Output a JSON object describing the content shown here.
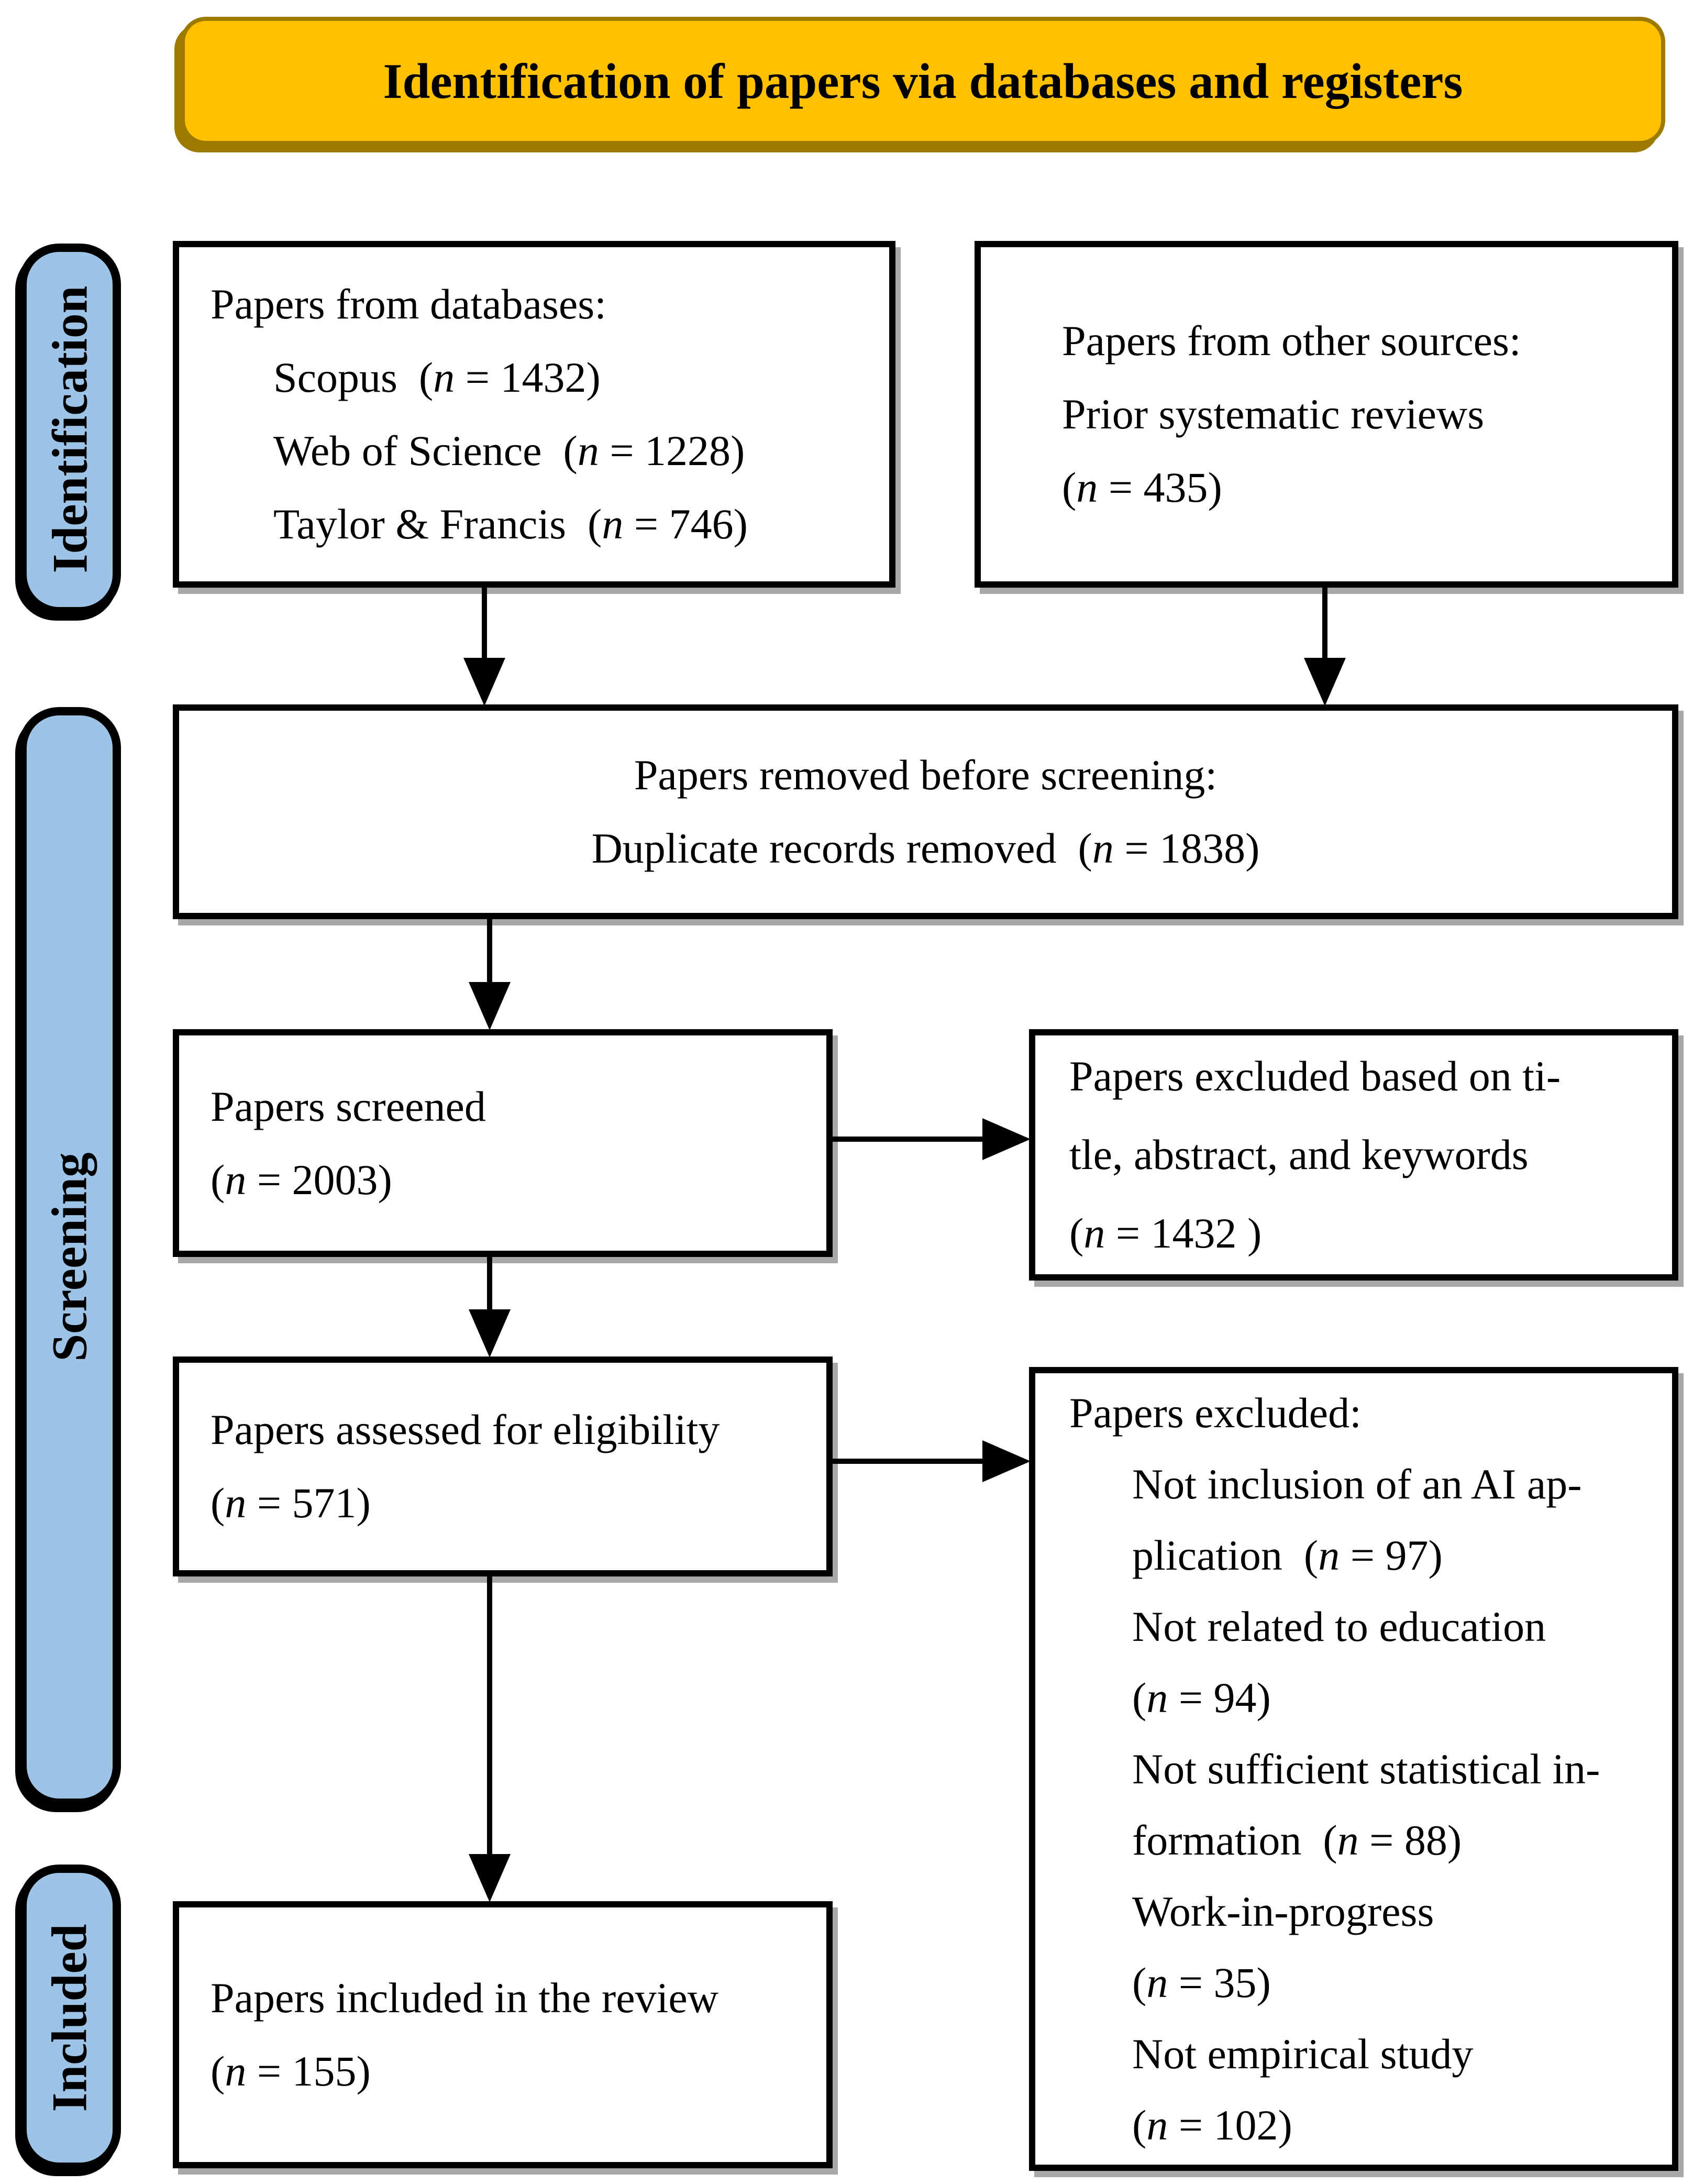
{
  "title": "Identification of papers via databases and registers",
  "stages": [
    {
      "label": "Identification"
    },
    {
      "label": "Screening"
    },
    {
      "label": "Included"
    }
  ],
  "boxes": {
    "databases": {
      "lines": [
        {
          "text": "Papers from databases:",
          "indent": 0
        },
        {
          "text": "Scopus  (n = 1432)",
          "indent": 1
        },
        {
          "text": "Web of Science  (n = 1228)",
          "indent": 1
        },
        {
          "text": "Taylor & Francis  (n = 746)",
          "indent": 1
        }
      ]
    },
    "other_sources": {
      "lines": [
        {
          "text": "Papers from other sources:",
          "indent": 0
        },
        {
          "text": "Prior systematic reviews",
          "indent": 0
        },
        {
          "text": "(n = 435)",
          "indent": 0
        }
      ]
    },
    "removed_before_screening": {
      "lines": [
        {
          "text": "Papers removed before screening:",
          "indent": 0
        },
        {
          "text": "Duplicate records removed  (n = 1838)",
          "indent": 0
        }
      ]
    },
    "screened": {
      "lines": [
        {
          "text": "Papers screened",
          "indent": 0
        },
        {
          "text": "(n = 2003)",
          "indent": 0
        }
      ]
    },
    "excluded_title_abstract": {
      "lines": [
        {
          "text": "Papers excluded based on ti-",
          "indent": 0
        },
        {
          "text": "tle, abstract, and keywords",
          "indent": 0
        },
        {
          "text": "(n = 1432 )",
          "indent": 0
        }
      ]
    },
    "assessed_eligibility": {
      "lines": [
        {
          "text": "Papers assessed for eligibility",
          "indent": 0
        },
        {
          "text": "(n = 571)",
          "indent": 0
        }
      ]
    },
    "excluded_full": {
      "lines": [
        {
          "text": "Papers excluded:",
          "indent": 0
        },
        {
          "text": "Not inclusion of an AI ap-",
          "indent": 1
        },
        {
          "text": "plication  (n = 97)",
          "indent": 1
        },
        {
          "text": "Not related to education",
          "indent": 1
        },
        {
          "text": "(n = 94)",
          "indent": 1
        },
        {
          "text": "Not sufficient statistical in-",
          "indent": 1
        },
        {
          "text": "formation  (n = 88)",
          "indent": 1
        },
        {
          "text": "Work-in-progress",
          "indent": 1
        },
        {
          "text": "(n = 35)",
          "indent": 1
        },
        {
          "text": "Not empirical study",
          "indent": 1
        },
        {
          "text": "(n = 102)",
          "indent": 1
        }
      ]
    },
    "included_review": {
      "lines": [
        {
          "text": "Papers included in the review",
          "indent": 0
        },
        {
          "text": "(n = 155)",
          "indent": 0
        }
      ]
    }
  },
  "colors": {
    "header_fill": "#FFC000",
    "header_border": "#9C7A00",
    "stage_fill": "#9DC3E6",
    "line_color": "#000000"
  }
}
